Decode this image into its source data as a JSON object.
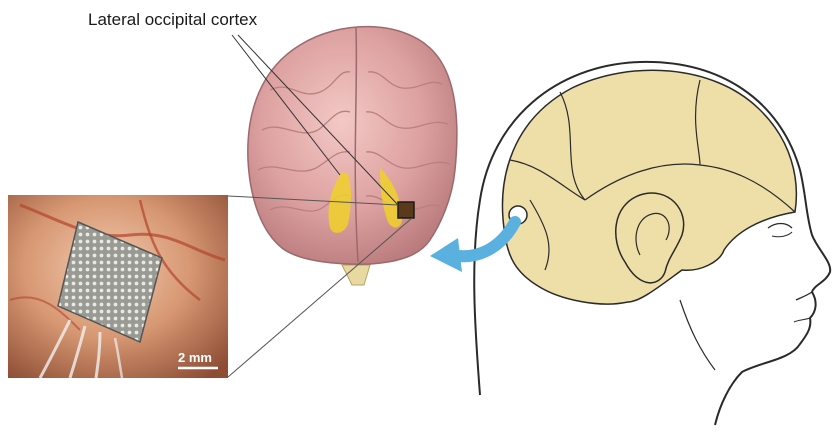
{
  "figure": {
    "annotations": {
      "region_label": "Lateral occipital cortex",
      "scale_bar": "2 mm"
    },
    "colors": {
      "skull": "#eedfa8",
      "brain": "#e3a4a4",
      "highlight": "#f0d02a",
      "arrow": "#5ab0de"
    },
    "icons": [
      "brain-illustration",
      "skull-head-profile",
      "electrode-array-photo",
      "curved-arrow-icon",
      "implant-site-marker"
    ]
  }
}
